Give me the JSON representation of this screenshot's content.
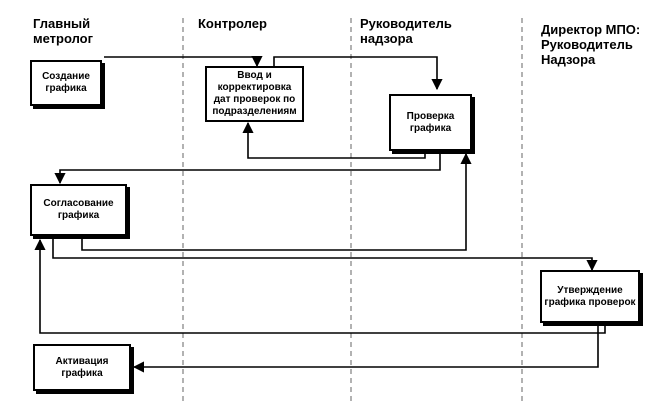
{
  "lanes": [
    {
      "id": "lane-chief-metrologist",
      "title": "Главный\nметролог"
    },
    {
      "id": "lane-controller",
      "title": "Контролер"
    },
    {
      "id": "lane-supervision-head",
      "title": "Руководитель\nнадзора"
    },
    {
      "id": "lane-mpo-director",
      "title": "Директор МПО:\nРуководитель\nНадзора"
    }
  ],
  "boxes": {
    "create": "Создание\nграфика",
    "input": "Ввод и\nкорректировка\nдат проверок по\nподразделениям",
    "check": "Проверка\nграфика",
    "agree": "Согласование\nграфика",
    "approve": "Утверждение\nграфика проверок",
    "activate": "Активация\nграфика"
  },
  "colors": {
    "line": "#000000",
    "background": "#ffffff"
  }
}
